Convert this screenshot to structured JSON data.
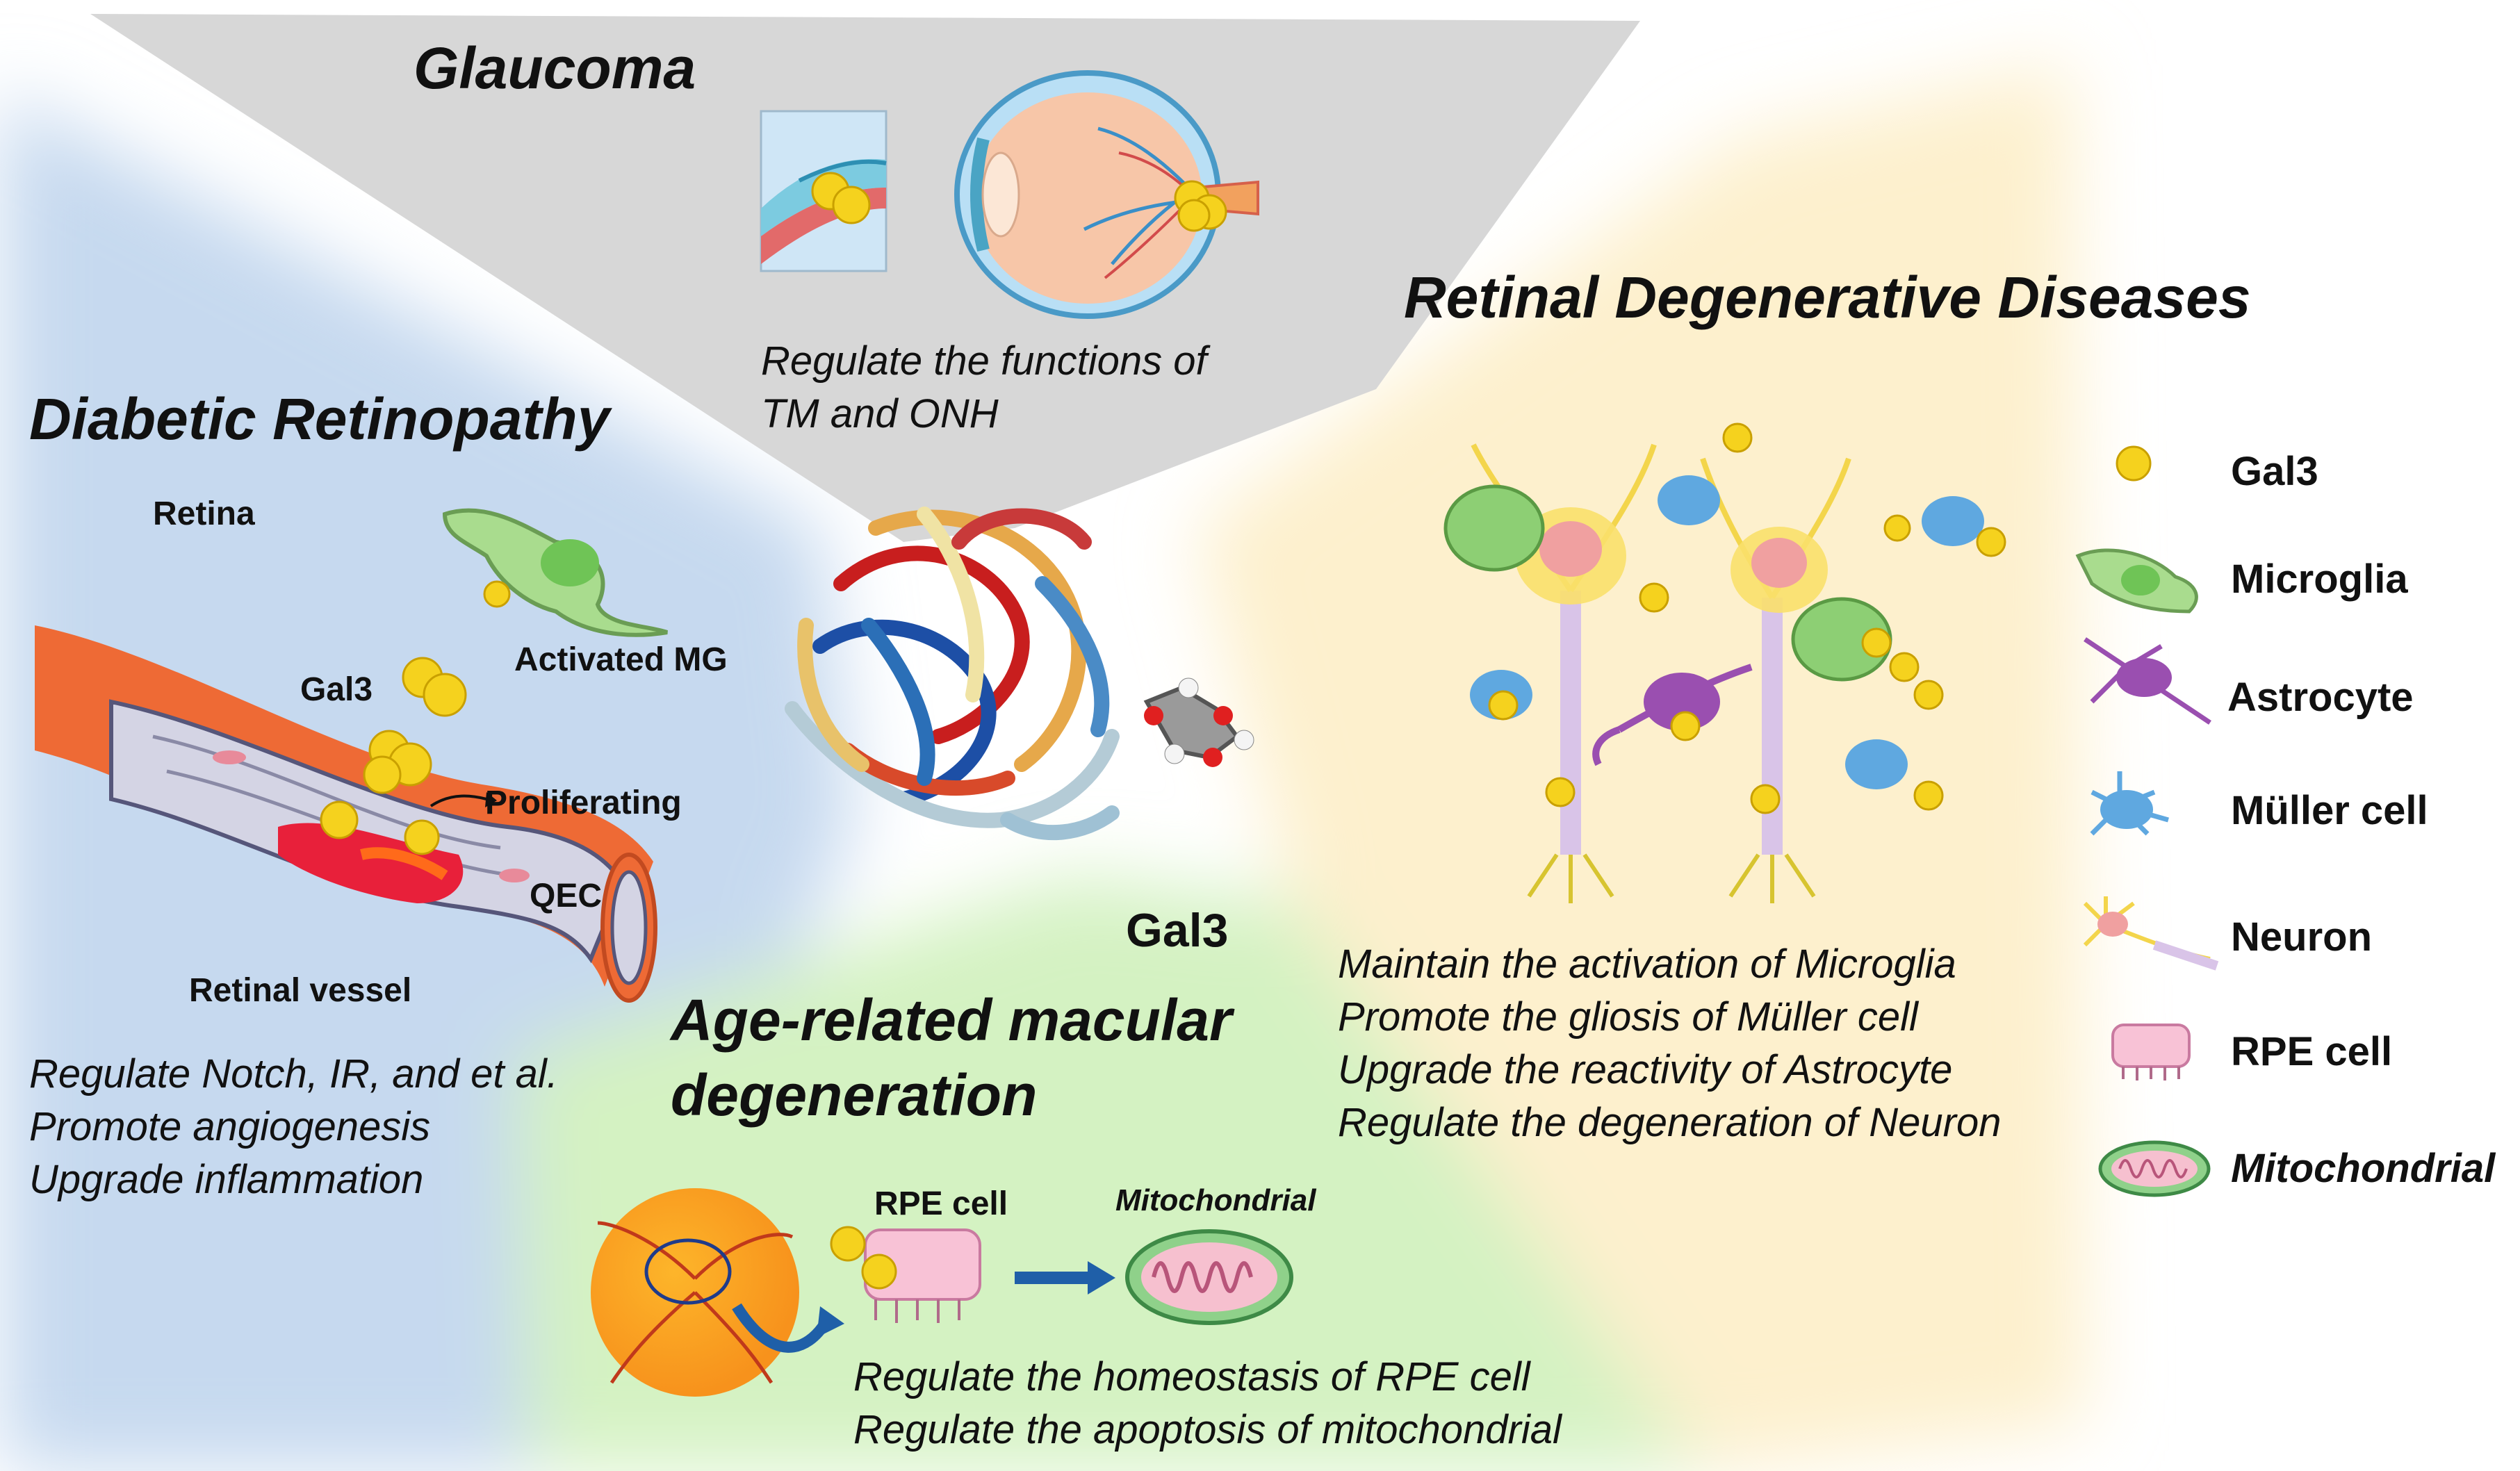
{
  "glaucoma": {
    "title": "Glaucoma",
    "desc_line1": "Regulate the functions of",
    "desc_line2": "TM  and ONH"
  },
  "diabetic_retinopathy": {
    "title": "Diabetic Retinopathy",
    "labels": {
      "retina": "Retina",
      "activated_mg": "Activated MG",
      "gal3": "Gal3",
      "proliferating": "Proliferating",
      "qec": "QEC",
      "retinal_vessel": "Retinal vessel"
    },
    "desc": [
      "Regulate Notch, IR, and et al.",
      "Promote angiogenesis",
      "Upgrade inflammation"
    ]
  },
  "center": {
    "gal3_label": "Gal3"
  },
  "amd": {
    "title_line1": "Age-related macular",
    "title_line2": "degeneration",
    "labels": {
      "rpe_cell": "RPE cell",
      "mitochondrial": "Mitochondrial"
    },
    "desc": [
      "Regulate the homeostasis of RPE cell",
      "Regulate the apoptosis of mitochondrial"
    ]
  },
  "rdd": {
    "title": "Retinal Degenerative Diseases",
    "desc": [
      "Maintain the activation of Microglia",
      "Promote the gliosis of Müller cell",
      "Upgrade the reactivity of  Astrocyte",
      "Regulate the degeneration of Neuron"
    ]
  },
  "legend": {
    "items": [
      {
        "label": "Gal3",
        "icon": "gal3-dot-icon"
      },
      {
        "label": "Microglia",
        "icon": "microglia-icon"
      },
      {
        "label": "Astrocyte",
        "icon": "astrocyte-icon"
      },
      {
        "label": "Müller cell",
        "icon": "muller-cell-icon"
      },
      {
        "label": "Neuron",
        "icon": "neuron-icon"
      },
      {
        "label": "RPE cell",
        "icon": "rpe-cell-icon"
      },
      {
        "label": "Mitochondrial",
        "icon": "mitochondrial-icon"
      }
    ]
  },
  "colors": {
    "gal3_yellow": "#f5d21e",
    "glaucoma_bg": "#d9d9d9",
    "dr_bg": "#c9dcf0",
    "amd_bg": "#d6f3c6",
    "rdd_bg": "#fdf0cf",
    "vessel_red": "#e8582a",
    "microglia_green": "#7ec96a",
    "astrocyte_purple": "#9a4fb0",
    "muller_blue": "#5fa8e0",
    "rpe_pink": "#f6b7cf",
    "mito_green": "#8fd18a"
  }
}
